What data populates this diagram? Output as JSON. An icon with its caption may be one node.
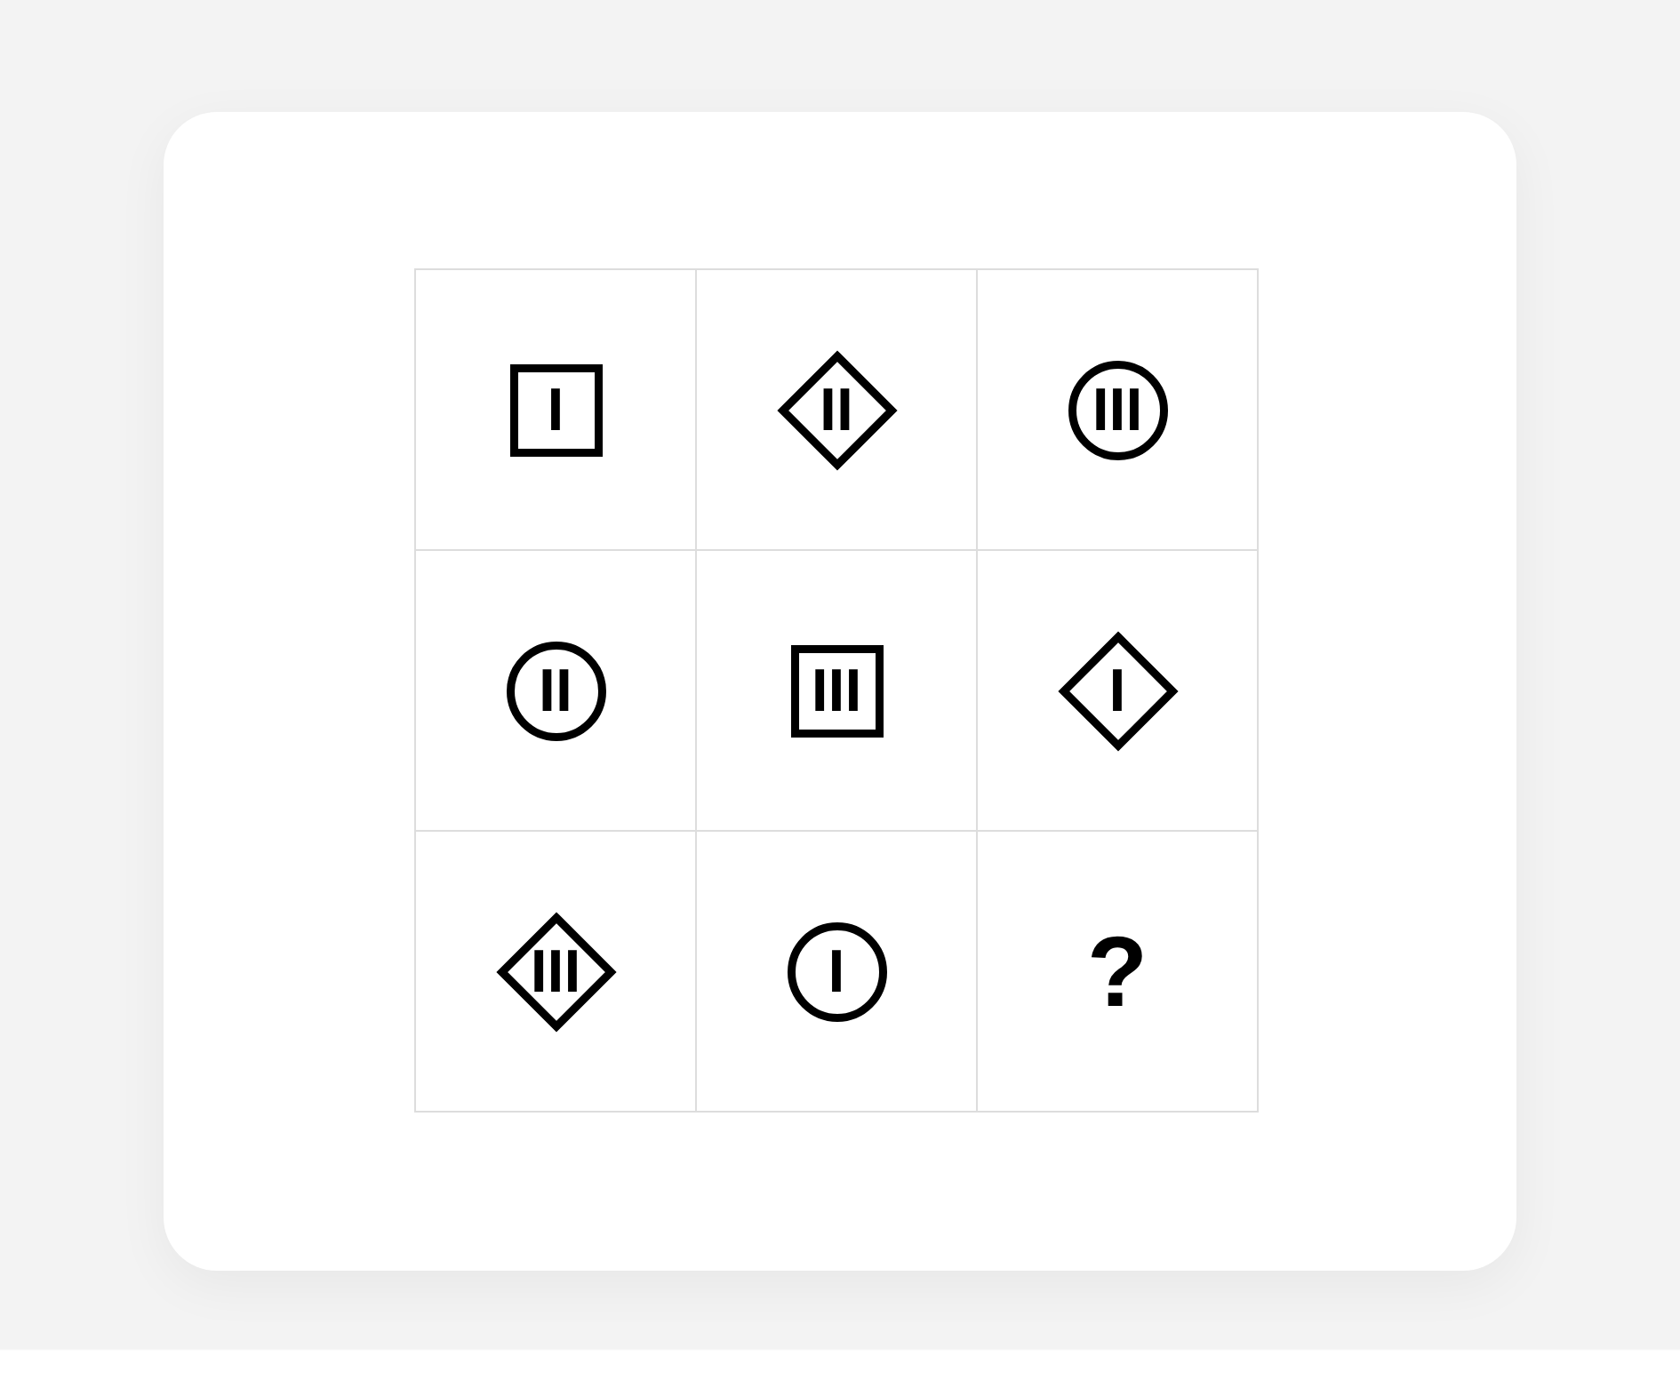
{
  "diagram": {
    "nodes": [
      {
        "text": [
          "I"
        ]
      },
      {
        "text": [
          "II"
        ]
      },
      {
        "text": [
          "III"
        ]
      },
      {
        "text": [
          "II"
        ]
      },
      {
        "text": [
          "III"
        ]
      },
      {
        "text": [
          "I"
        ]
      },
      {
        "text": [
          "III"
        ]
      },
      {
        "text": [
          "I"
        ]
      }
    ],
    "labels": [
      "?"
    ]
  }
}
